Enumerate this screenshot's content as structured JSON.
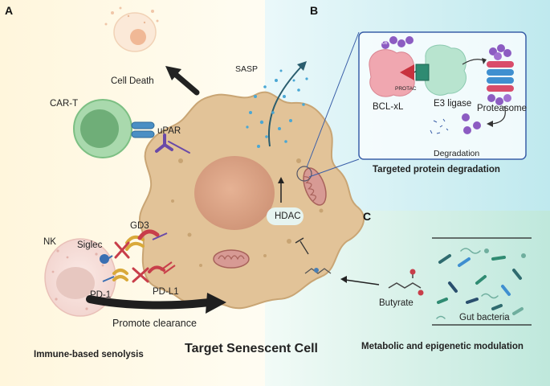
{
  "panels": {
    "a": "A",
    "b": "B",
    "c": "C"
  },
  "section_titles": {
    "immune": "Immune-based senolysis",
    "center": "Target Senescent Cell",
    "metabolic": "Metabolic and epigenetic modulation",
    "tpd": "Targeted protein degradation"
  },
  "labels": {
    "cell_death": "Cell Death",
    "car_t": "CAR-T",
    "upar": "uPAR",
    "sasp": "SASP",
    "hdac": "HDAC",
    "gd3": "GD3",
    "nk": "NK",
    "siglec": "Siglec",
    "pd1": "PD-1",
    "pdl1": "PD-L1",
    "promote_clearance": "Promote clearance",
    "butyrate": "Butyrate",
    "gut_bacteria": "Gut bacteria",
    "bcl_xl": "BCL-xL",
    "protac": "PROTAC",
    "e3_ligase": "E3 ligase",
    "proteasome": "Proteasome",
    "degradation": "Degradation",
    "ub": "Ub"
  },
  "colors": {
    "cell_body": "#e2c398",
    "cell_outline": "#c9a574",
    "nucleus": "#dba183",
    "car_t_cell": "#a9d9ad",
    "nk_cell": "#f5dcd6",
    "bcl_xl": "#f0a7b0",
    "e3_ligase": "#b8e4cf",
    "ubiquitin": "#8c5cc2",
    "box_border": "#3a5fa8",
    "sasp_dots": "#4aa7d4"
  }
}
